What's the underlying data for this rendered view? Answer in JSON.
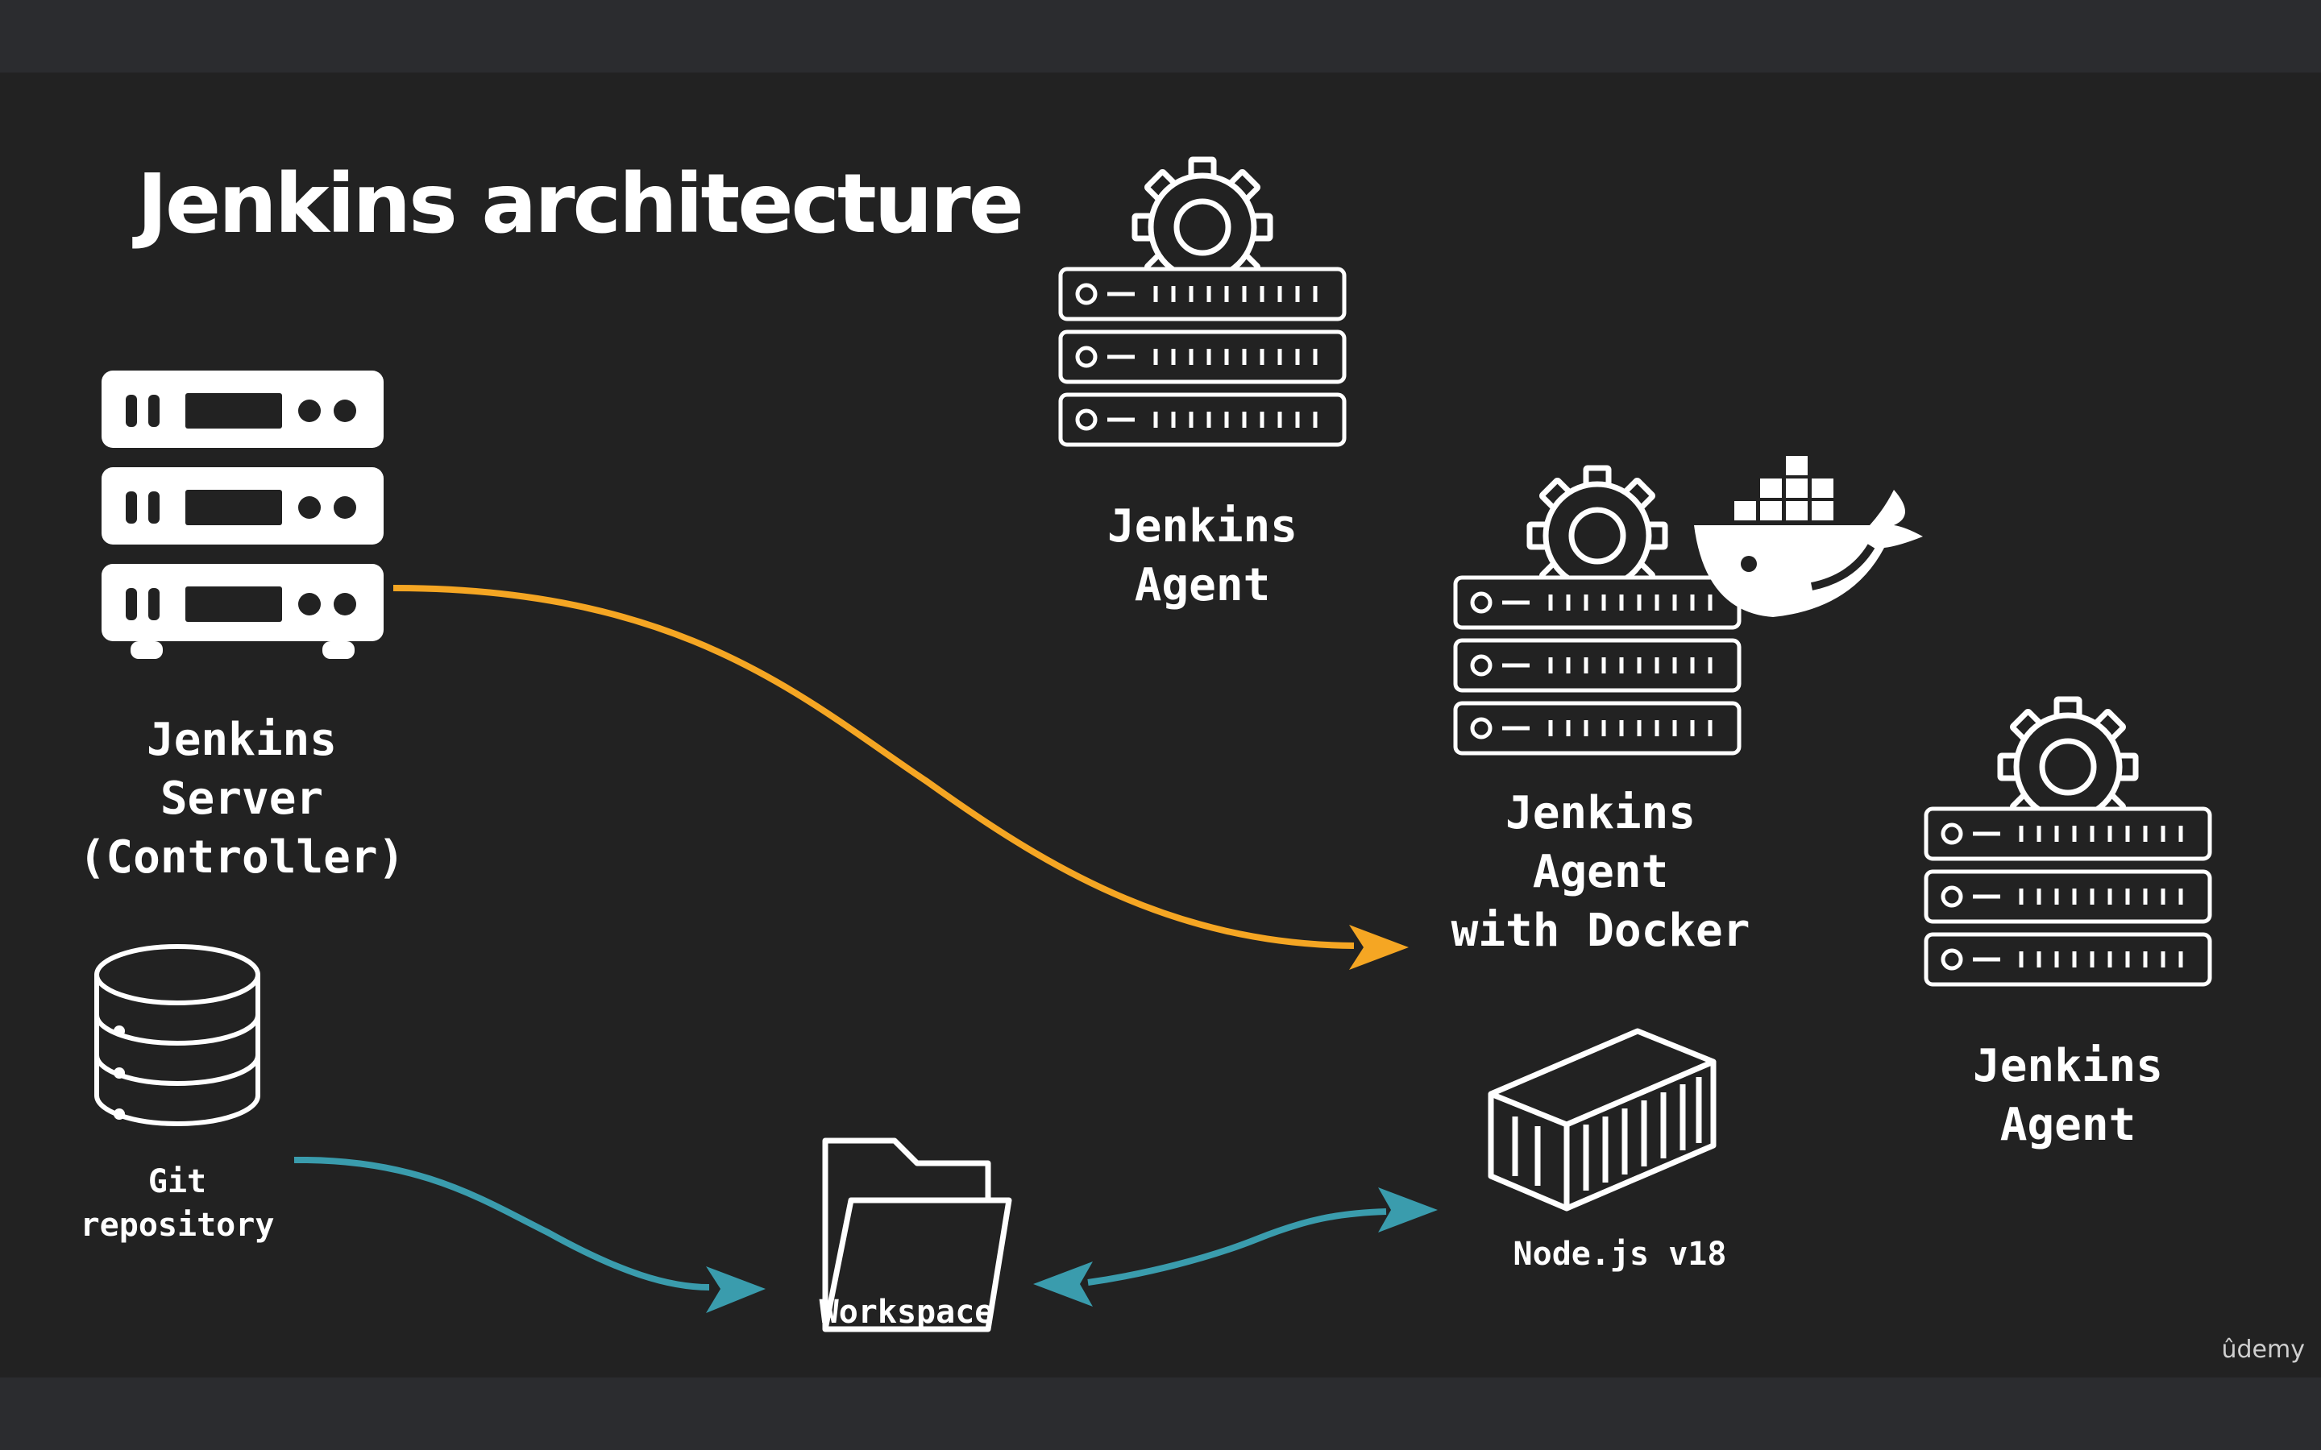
{
  "title": "Jenkins architecture",
  "nodes": {
    "server": {
      "label": "Jenkins\nServer\n(Controller)",
      "icon": "server-rack-icon"
    },
    "agent_top": {
      "label": "Jenkins\nAgent",
      "icon": "agent-server-icon"
    },
    "agent_docker": {
      "label": "Jenkins\nAgent\nwith Docker",
      "icon": "agent-server-icon",
      "badge_icon": "docker-whale-icon"
    },
    "agent_right": {
      "label": "Jenkins\nAgent",
      "icon": "agent-server-icon"
    },
    "git": {
      "label": "Git\nrepository",
      "icon": "database-icon"
    },
    "workspace": {
      "label": "Workspace",
      "icon": "folder-icon"
    },
    "container": {
      "label": "Node.js v18",
      "icon": "container-icon"
    }
  },
  "edges": [
    {
      "from": "server",
      "to": "agent_docker",
      "color": "#f5a623"
    },
    {
      "from": "git",
      "to": "workspace",
      "color": "#3a9cad"
    },
    {
      "from": "workspace",
      "to": "container",
      "color": "#3a9cad",
      "bidirectional": true
    }
  ],
  "colors": {
    "background": "#222222",
    "frame": "#2b2c2f",
    "foreground": "#ffffff",
    "orange": "#f5a623",
    "teal": "#3a9cad"
  },
  "brand": "ûdemy"
}
